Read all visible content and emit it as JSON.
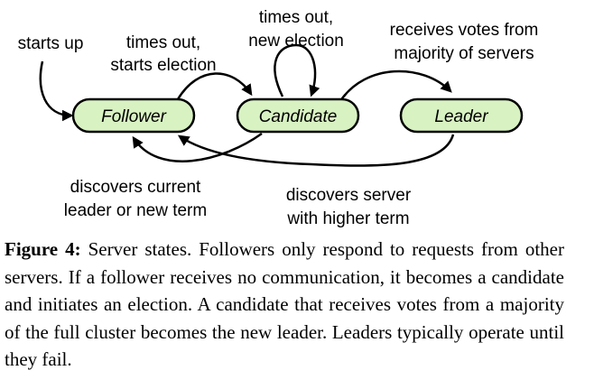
{
  "states": {
    "follower": "Follower",
    "candidate": "Candidate",
    "leader": "Leader"
  },
  "transitions": {
    "starts_up": "starts up",
    "times_out_line1": "times out,",
    "times_out_line2": "starts election",
    "new_election_line1": "times out,",
    "new_election_line2": "new election",
    "receives_votes_line1": "receives votes from",
    "receives_votes_line2": "majority of servers",
    "discovers_current_line1": "discovers current",
    "discovers_current_line2": "leader or new term",
    "discovers_server_line1": "discovers server",
    "discovers_server_line2": "with higher term"
  },
  "caption": {
    "label": "Figure 4:",
    "text": "Server states. Followers only respond to requests from other servers. If a follower receives no communication, it becomes a candidate and initiates an election. A candidate that receives votes from a majority of the full cluster becomes the new leader. Leaders typically operate until they fail."
  },
  "colors": {
    "state_fill": "#d8f2c2",
    "stroke": "#000000"
  }
}
